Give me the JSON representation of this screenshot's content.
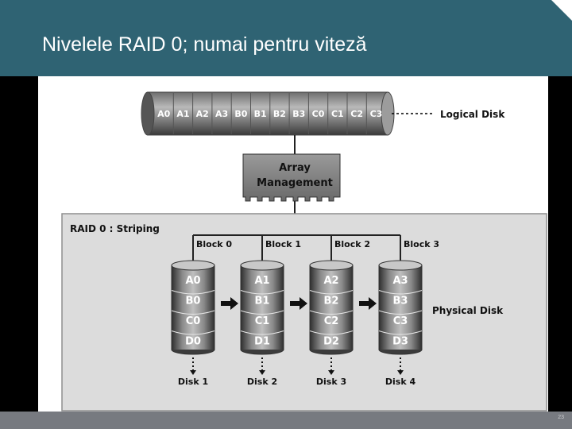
{
  "slide": {
    "title": "Nivelele RAID 0; numai pentru viteză",
    "page_number": "23"
  },
  "diagram": {
    "logical_disk": {
      "blocks": [
        "A0",
        "A1",
        "A2",
        "A3",
        "B0",
        "B1",
        "B2",
        "B3",
        "C0",
        "C1",
        "C2",
        "C3"
      ],
      "label": "Logical Disk"
    },
    "array_management": {
      "line1": "Array",
      "line2": "Management"
    },
    "striping": {
      "title": "RAID 0 : Striping",
      "physical_label": "Physical Disk",
      "disks": [
        {
          "block": "Block 0",
          "items": [
            "A0",
            "B0",
            "C0",
            "D0"
          ],
          "label": "Disk 1"
        },
        {
          "block": "Block 1",
          "items": [
            "A1",
            "B1",
            "C1",
            "D1"
          ],
          "label": "Disk 2"
        },
        {
          "block": "Block 2",
          "items": [
            "A2",
            "B2",
            "C2",
            "D2"
          ],
          "label": "Disk 3"
        },
        {
          "block": "Block 3",
          "items": [
            "A3",
            "B3",
            "C3",
            "D3"
          ],
          "label": "Disk 4"
        }
      ]
    }
  }
}
